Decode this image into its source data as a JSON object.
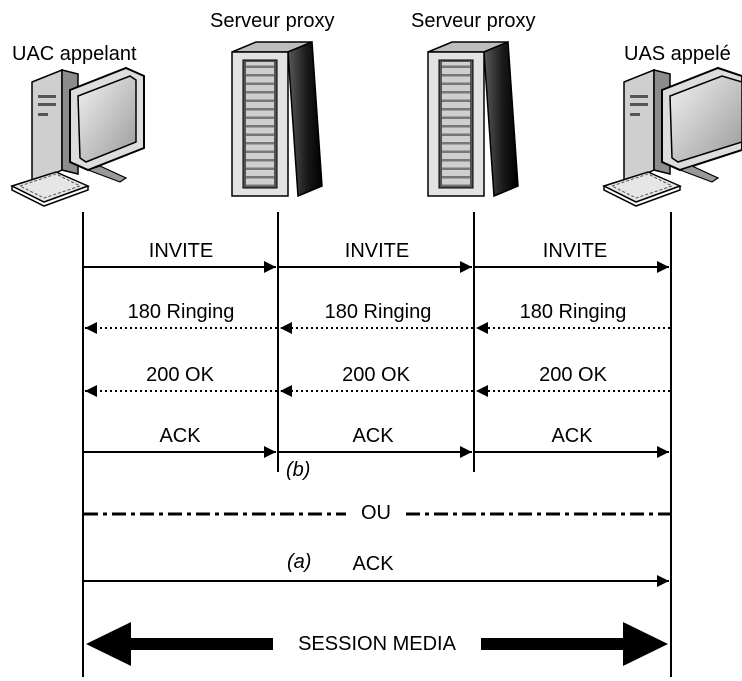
{
  "entities": {
    "caller": "UAC appelant",
    "proxy1": "Serveur proxy",
    "proxy2": "Serveur proxy",
    "callee": "UAS appelé"
  },
  "messages": {
    "invite": "INVITE",
    "ringing": "180 Ringing",
    "ok": "200 OK",
    "ack": "ACK"
  },
  "annotations": {
    "b": "(b)",
    "a": "(a)",
    "ou": "OU",
    "session": "SESSION MEDIA"
  }
}
